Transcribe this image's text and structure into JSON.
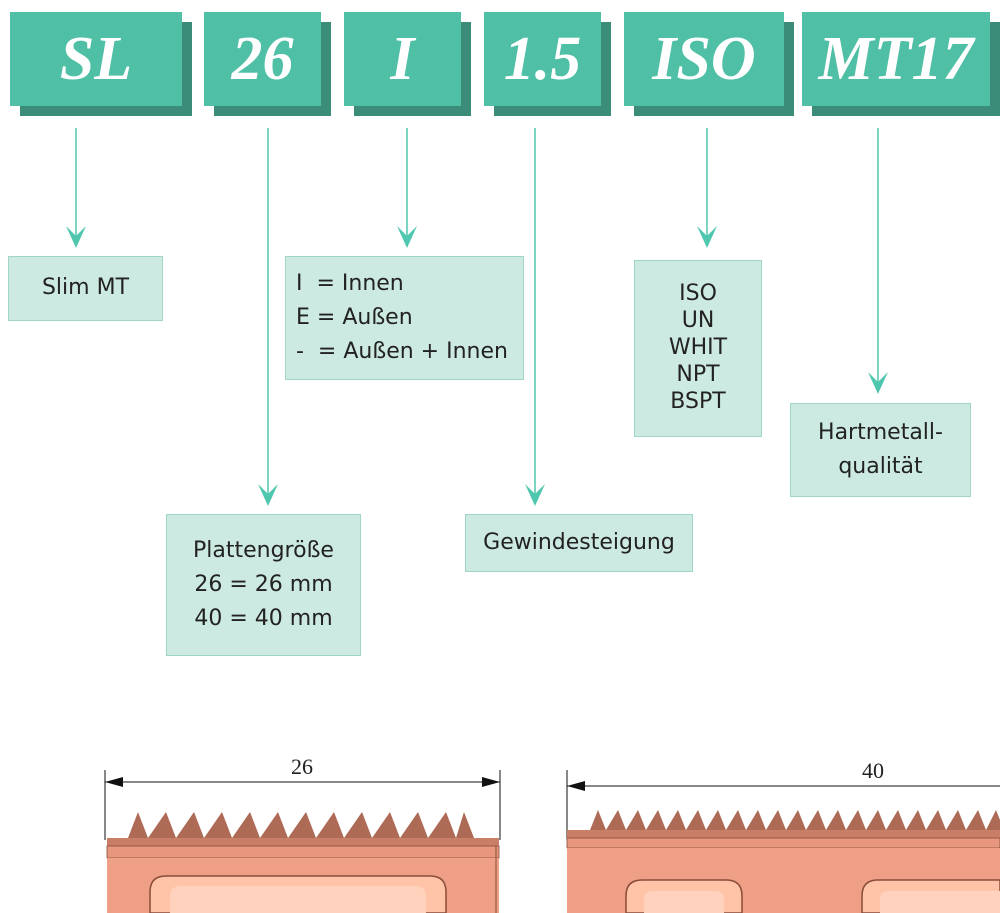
{
  "colors": {
    "tile": "#4fbfa5",
    "tile_shadow": "#3b8c79",
    "arrow": "#4fc6ae",
    "box_fill": "#cdeae2",
    "plate": "#e8977e",
    "teeth": "#ad6a55"
  },
  "code_tiles": [
    "SL",
    "26",
    "I",
    "1.5",
    "ISO",
    "MT17"
  ],
  "boxes": {
    "slim": [
      "Slim MT"
    ],
    "type": [
      "I  = Innen",
      "E = Außen",
      "-  = Außen + Innen"
    ],
    "thread": [
      "ISO",
      "UN",
      "WHIT",
      "NPT",
      "BSPT"
    ],
    "grade": [
      "Hartmetall-",
      "qualität"
    ],
    "size": [
      "Plattengröße",
      "26 = 26 mm",
      "40 = 40 mm"
    ],
    "pitch": [
      "Gewindesteigung"
    ]
  },
  "plates": {
    "small_dim": "26",
    "large_dim": "40"
  }
}
